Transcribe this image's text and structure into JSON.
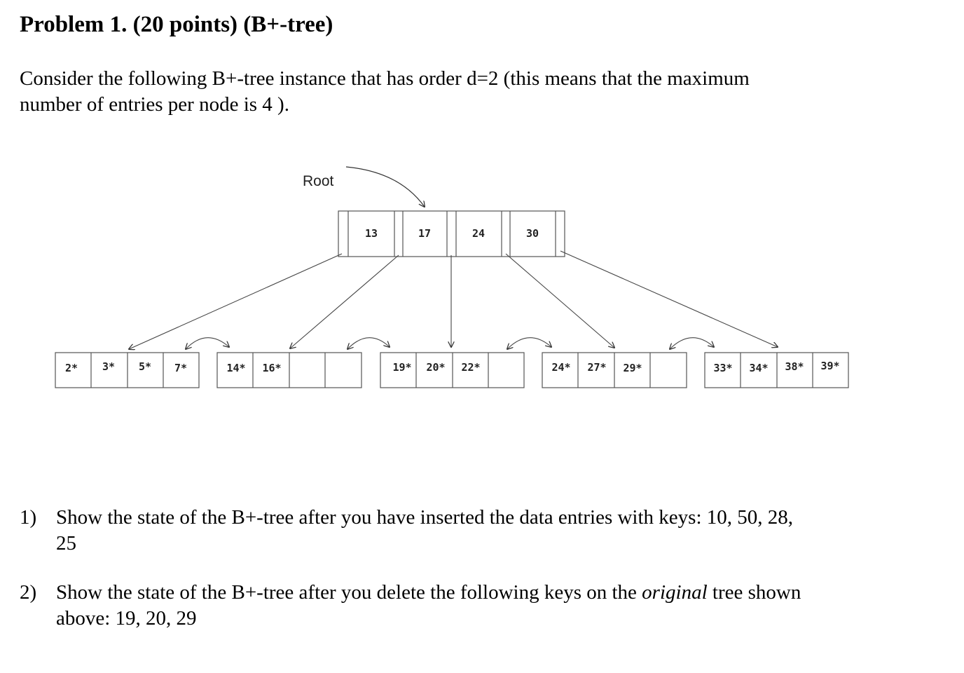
{
  "problem": {
    "title": "Problem 1. (20 points) (B+-tree)",
    "intro_line1": "Consider the following B+-tree instance that has order d=2 (this means that the maximum",
    "intro_line2": "number of entries per node is 4 )."
  },
  "tree": {
    "root_label": "Root",
    "root_keys": [
      "13",
      "17",
      "24",
      "30"
    ],
    "leaves": [
      [
        "2*",
        "3*",
        "5*",
        "7*"
      ],
      [
        "14*",
        "16*",
        "",
        ""
      ],
      [
        "19*",
        "20*",
        "22*",
        ""
      ],
      [
        "24*",
        "27*",
        "29*",
        ""
      ],
      [
        "33*",
        "34*",
        "38*",
        "39*"
      ]
    ]
  },
  "questions": [
    {
      "number": "1)",
      "line1": "Show the state of the B+-tree after you have inserted the data entries with keys: 10, 50, 28,",
      "line2": "25"
    },
    {
      "number": "2)",
      "line1_before": "Show the state of the B+-tree after you delete the following keys on the ",
      "line1_emph": "original",
      "line1_after": " tree shown",
      "line2": "above: 19, 20, 29"
    }
  ]
}
